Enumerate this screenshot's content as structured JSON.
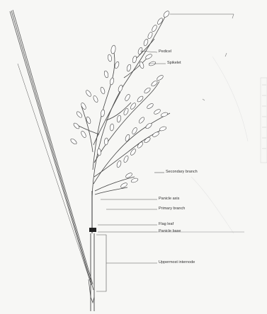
{
  "labels": {
    "pedicel": "Pedicel",
    "spikelet": "Spikelet",
    "secondary_branch": "Secondary branch",
    "panicle_axis": "Panicle axis",
    "primary_branch": "Primary branch",
    "flag_leaf": "Flag leaf",
    "panicle_base": "Panicle base",
    "uppermost_internode": "Uppermost internode"
  },
  "colors": {
    "ink": "#333333",
    "paper": "#f7f7f5"
  }
}
